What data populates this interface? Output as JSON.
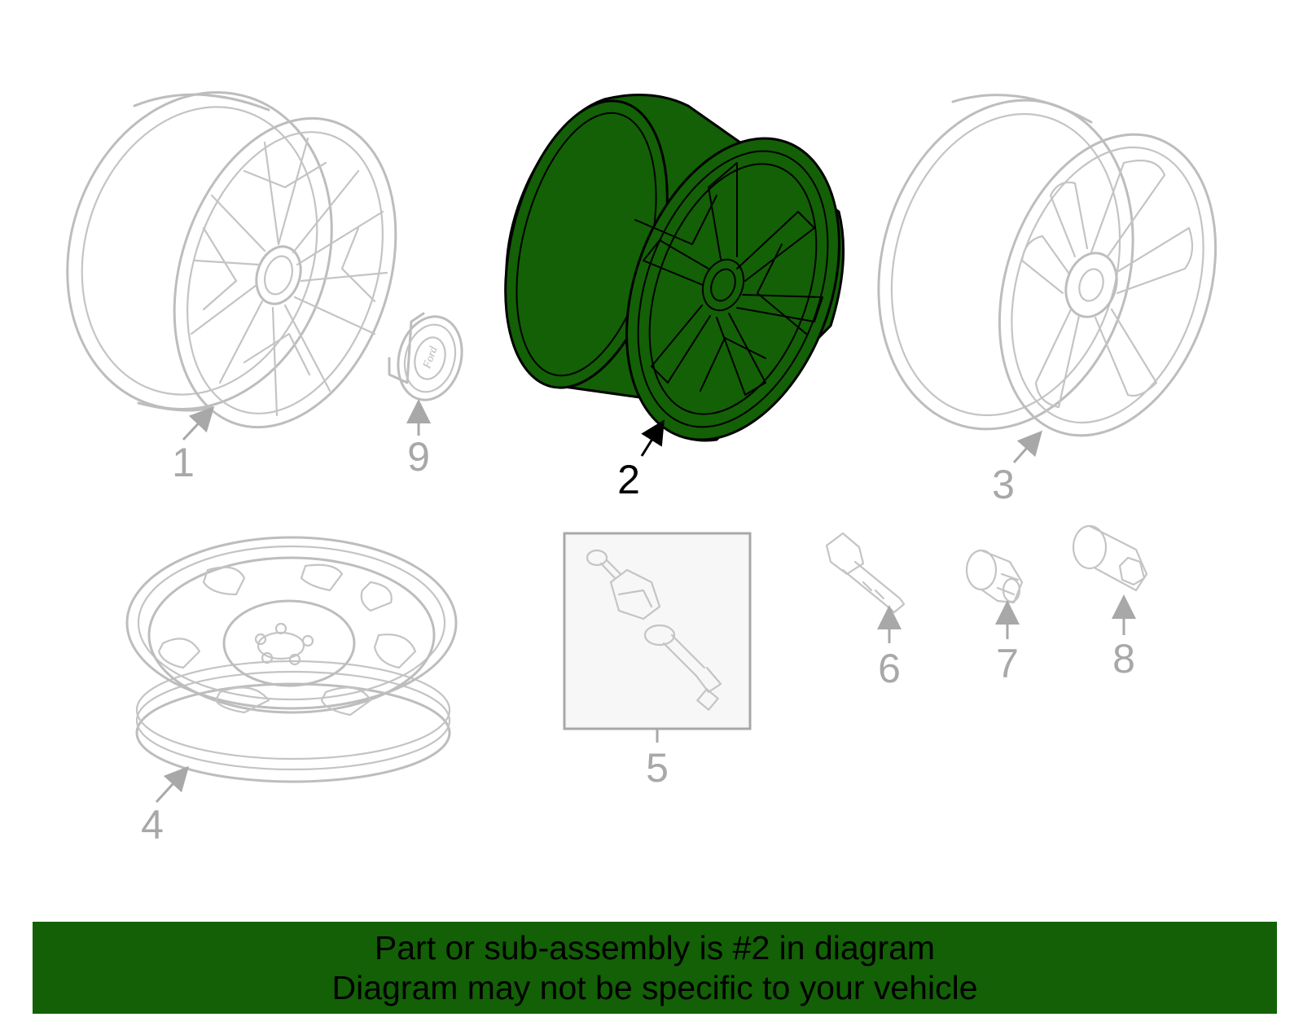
{
  "diagram": {
    "highlight_color": "#136006",
    "highlighted_callout": "2",
    "callouts": [
      {
        "id": "1",
        "label": "1"
      },
      {
        "id": "2",
        "label": "2"
      },
      {
        "id": "3",
        "label": "3"
      },
      {
        "id": "4",
        "label": "4"
      },
      {
        "id": "5",
        "label": "5"
      },
      {
        "id": "6",
        "label": "6"
      },
      {
        "id": "7",
        "label": "7"
      },
      {
        "id": "8",
        "label": "8"
      },
      {
        "id": "9",
        "label": "9"
      }
    ],
    "emblem_text": "Ford"
  },
  "banner": {
    "line1": "Part or sub-assembly is #2 in diagram",
    "line2": "Diagram may not be specific to your vehicle"
  }
}
